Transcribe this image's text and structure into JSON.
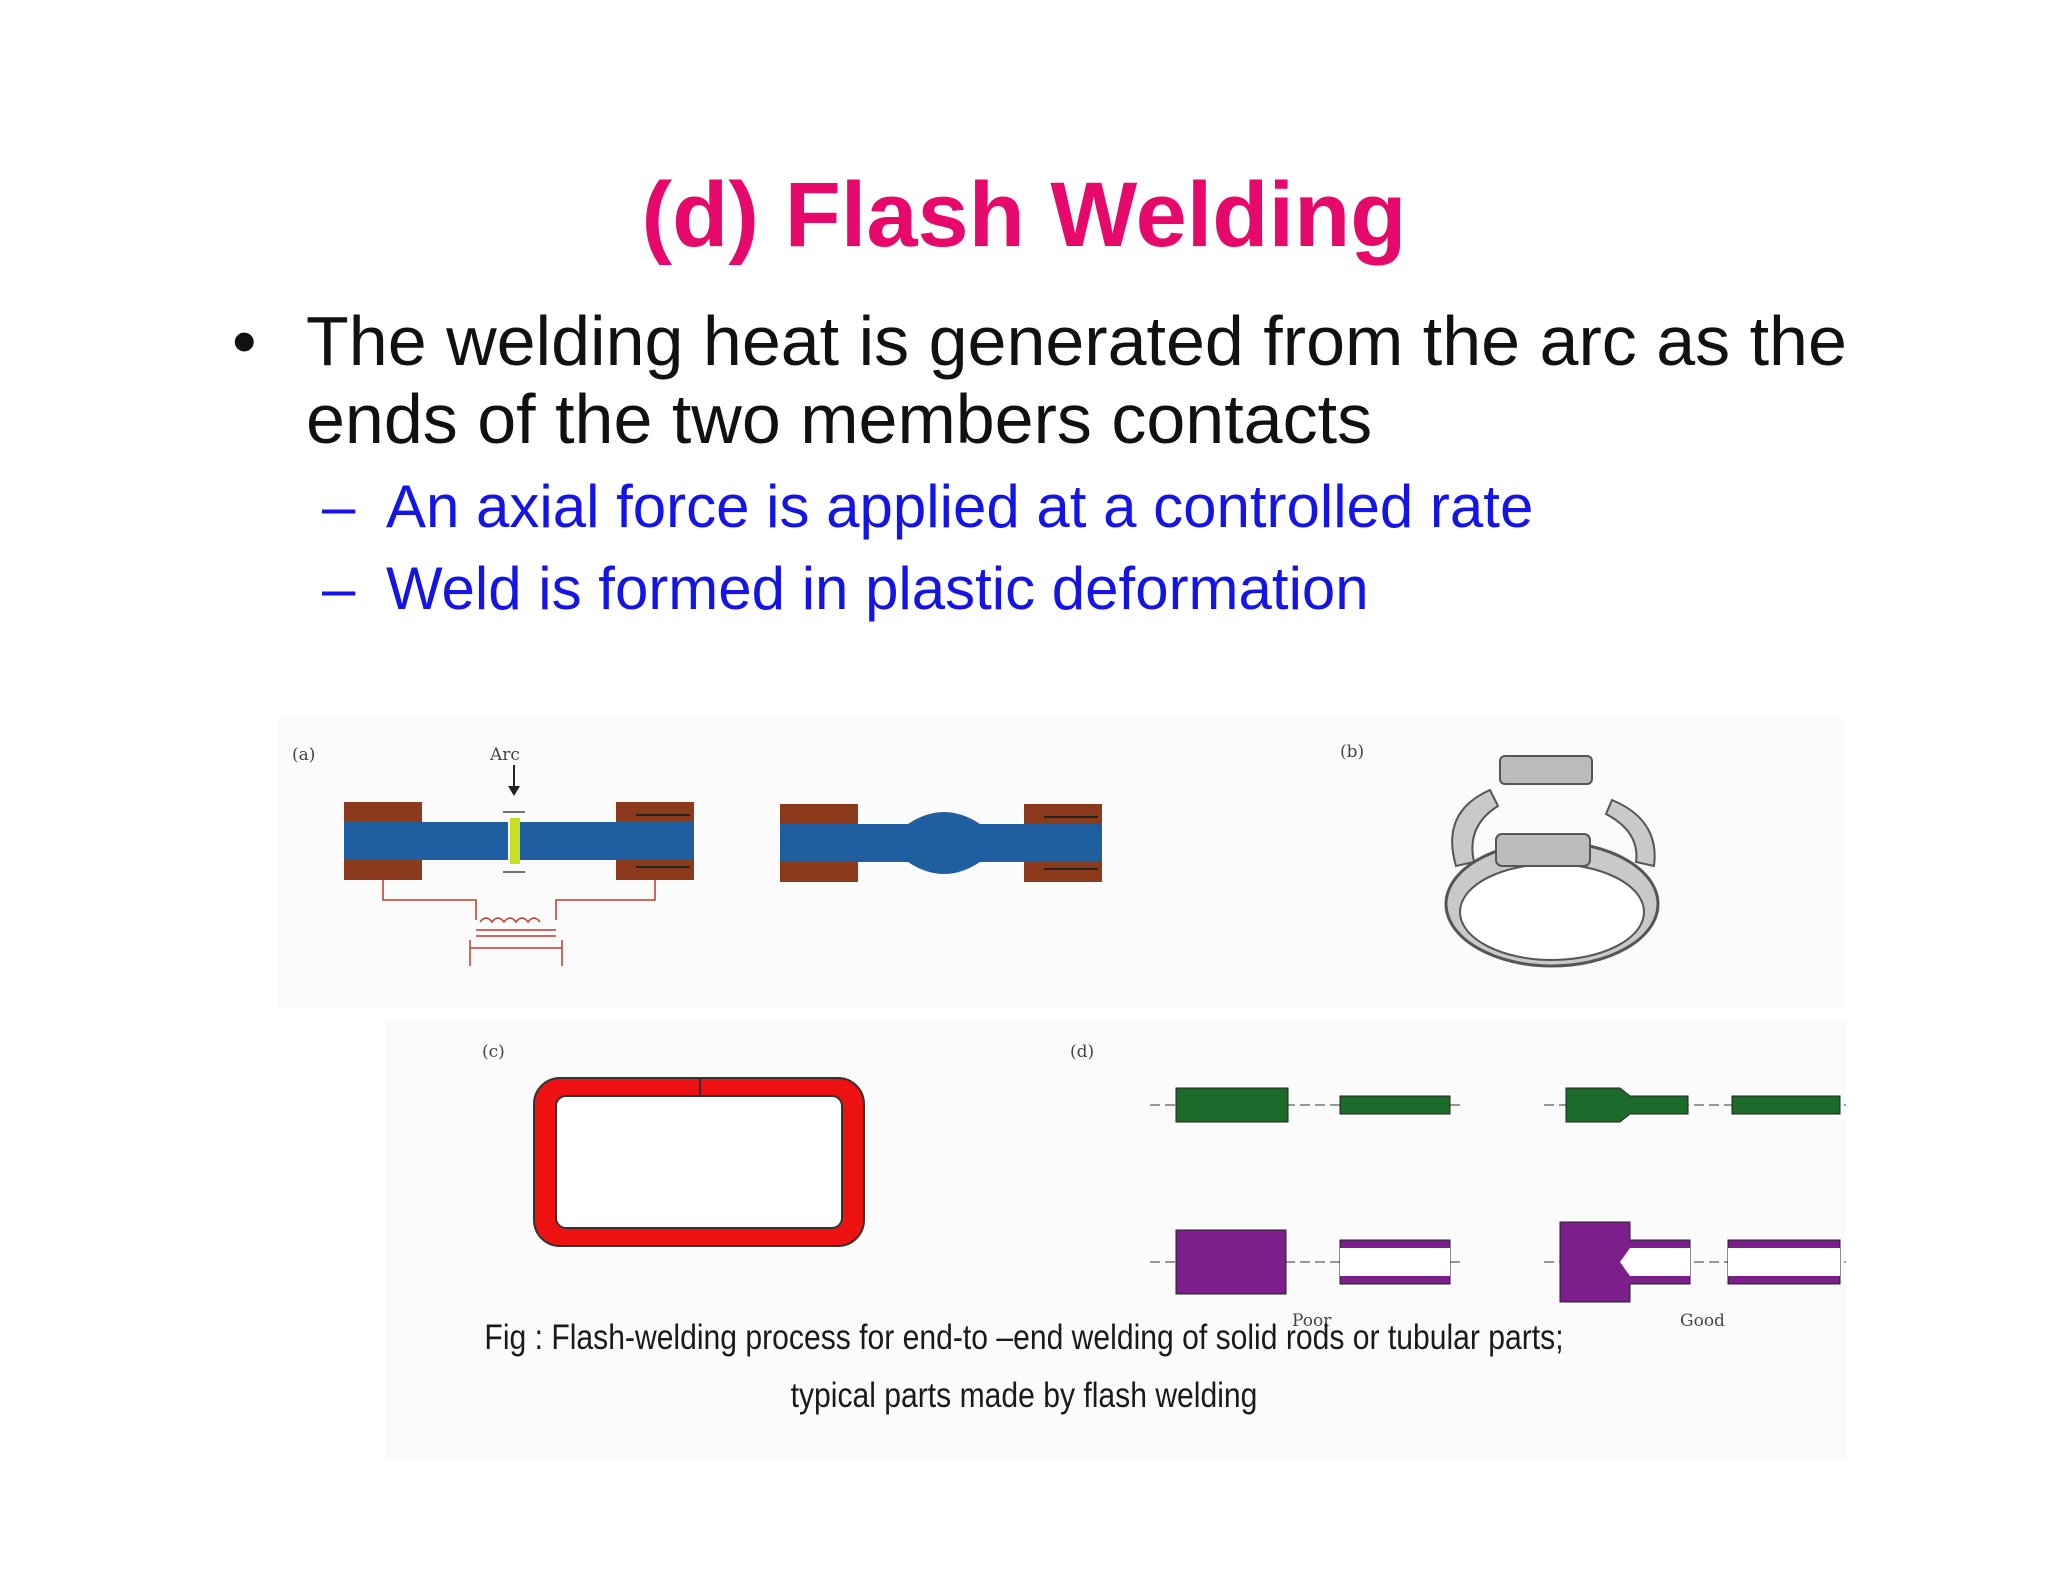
{
  "slide": {
    "title": "(d) Flash Welding",
    "bullet": {
      "symbol": "•",
      "text": "The welding heat is generated from the arc as the ends of the two members contacts"
    },
    "sub_bullets": [
      {
        "dash": "–",
        "text": "An axial force is applied at a controlled rate"
      },
      {
        "dash": "–",
        "text": "Weld is formed in plastic deformation"
      }
    ],
    "figure": {
      "panel_a": {
        "label": "(a)",
        "arc_label": "Arc"
      },
      "panel_b": {
        "label": "(b)"
      },
      "panel_c": {
        "label": "(c)"
      },
      "panel_d": {
        "label": "(d)",
        "poor_label": "Poor",
        "good_label": "Good"
      },
      "caption_line1": "Fig : Flash-welding process for end-to –end welding of solid rods or tubular parts;",
      "caption_line2": "typical parts made by flash welding"
    }
  },
  "colors": {
    "title": "#e6086a",
    "sub_bullet": "#1414e6",
    "rod_blue": "#1f5fa0",
    "clamp_brown": "#8b3a1c",
    "frame_red": "#ee1111",
    "bar_green": "#1c6b2a",
    "tube_purple": "#7b1f8a"
  }
}
